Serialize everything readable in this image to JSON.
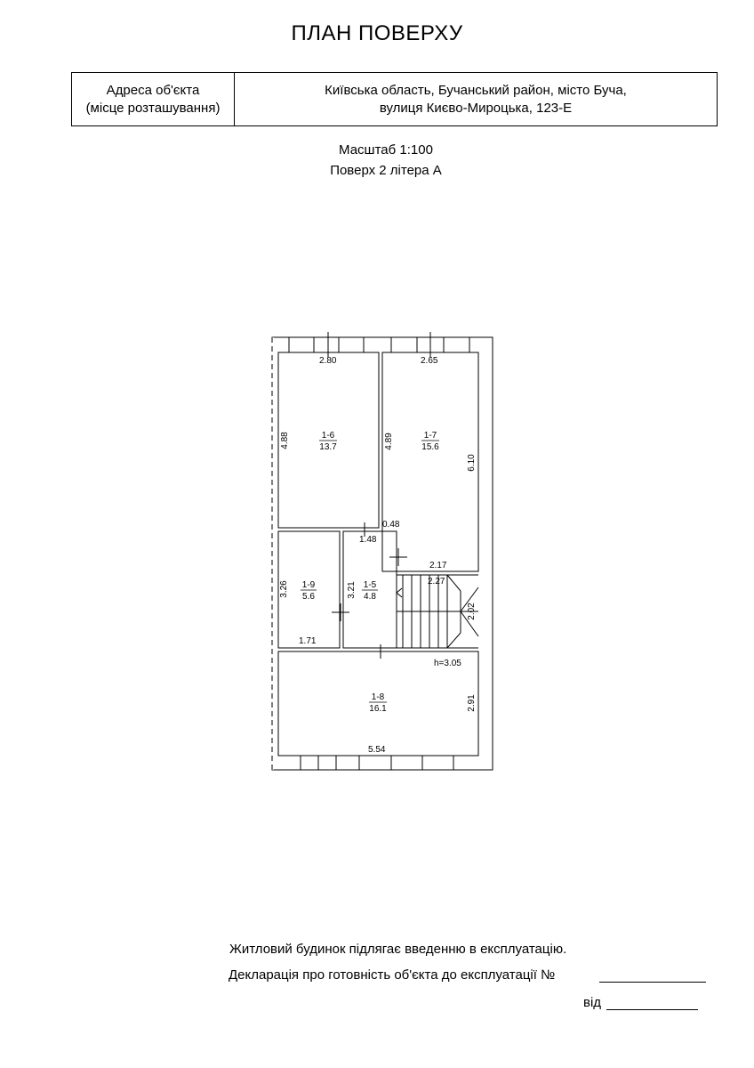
{
  "header": {
    "title": "ПЛАН ПОВЕРХУ",
    "address_label_line1": "Адреса об'єкта",
    "address_label_line2": "(місце розташування)",
    "address_value_line1": "Київська область, Бучанський район, місто Буча,",
    "address_value_line2": "вулиця Києво-Мироцька, 123-Е"
  },
  "meta": {
    "scale": "Масштаб 1:100",
    "floor": "Поверх 2 літера А"
  },
  "plan": {
    "rooms": [
      {
        "id": "1-6",
        "area": "13.7"
      },
      {
        "id": "1-7",
        "area": "15.6"
      },
      {
        "id": "1-9",
        "area": "5.6"
      },
      {
        "id": "1-5",
        "area": "4.8"
      },
      {
        "id": "1-8",
        "area": "16.1"
      }
    ],
    "dimensions": {
      "d_2_80": "2.80",
      "d_2_65": "2.65",
      "d_4_88": "4.88",
      "d_4_89": "4.89",
      "d_6_10": "6.10",
      "d_0_48": "0.48",
      "d_1_48": "1.48",
      "d_2_17": "2.17",
      "d_2_27": "2.27",
      "d_3_26": "3.26",
      "d_3_21": "3.21",
      "d_2_02": "2.02",
      "d_1_71": "1.71",
      "d_2_91": "2.91",
      "d_5_54": "5.54"
    },
    "ceiling_height": "h=3.05"
  },
  "footer": {
    "line1": "Житловий будинок підлягає введенню в експлуатацію.",
    "line2": "Декларація про готовність об'єкта до експлуатації №",
    "line3": "від"
  }
}
